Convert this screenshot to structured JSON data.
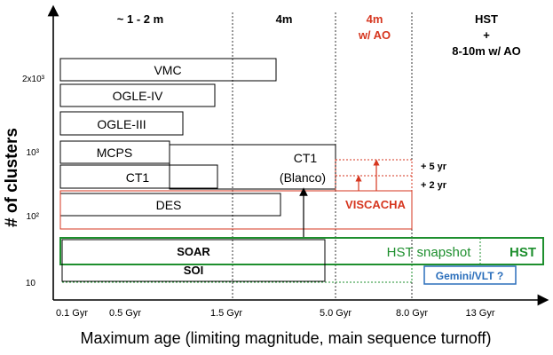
{
  "colors": {
    "black": "#000000",
    "red": "#d6361f",
    "green": "#1e8f2e",
    "blue": "#2a6ebb",
    "gray": "#555555"
  },
  "columns": {
    "small": "~ 1 - 2 m",
    "fourm": "4m",
    "fourm_ao_line1": "4m",
    "fourm_ao_line2": "w/ AO",
    "hst_line1": "HST",
    "hst_line2": "+",
    "hst_line3": "8-10m w/ AO"
  },
  "y_axis": {
    "label": "# of clusters",
    "ticks": [
      "2x10³",
      "10³",
      "10²",
      "10"
    ]
  },
  "x_axis": {
    "label": "Maximum age (limiting magnitude, main sequence turnoff)",
    "ticks": [
      "0.1 Gyr",
      "0.5 Gyr",
      "1.5 Gyr",
      "5.0 Gyr",
      "8.0 Gyr",
      "13 Gyr"
    ]
  },
  "surveys": {
    "vmc": "VMC",
    "ogle4": "OGLE-IV",
    "ogle3": "OGLE-III",
    "mcps": "MCPS",
    "ct1": "CT1",
    "ct1_blanco_line1": "CT1",
    "ct1_blanco_line2": "(Blanco)",
    "des": "DES",
    "viscacha": "VISCACHA",
    "soar": "SOAR",
    "soi": "SOI",
    "hst_snapshot": "HST snapshot",
    "hst": "HST",
    "gemini": "Gemini/VLT ?"
  },
  "annotations": {
    "plus5": "+ 5 yr",
    "plus2": "+ 2 yr"
  }
}
